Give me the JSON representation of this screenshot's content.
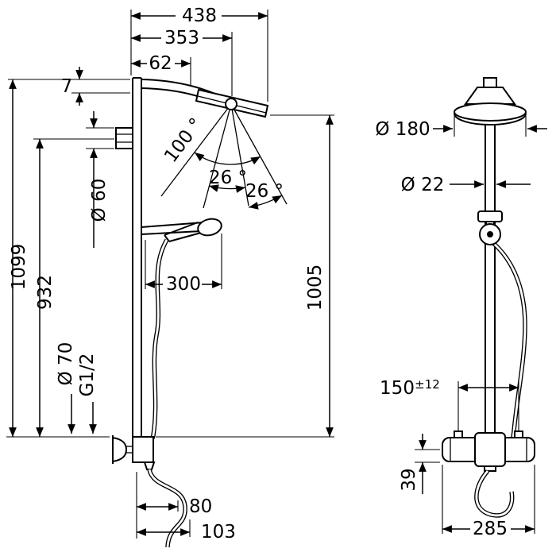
{
  "colors": {
    "line": "#000000",
    "background": "#ffffff"
  },
  "side": {
    "dim_total_reach": "438",
    "dim_arm_reach": "353",
    "dim_62": "62",
    "dim_7": "7",
    "angle_swivel": "100 °",
    "angle_26_left": "26 °",
    "angle_26_right": "26 °",
    "dia_bracket": "Ø 60",
    "dim_height_total": "1099",
    "dim_height_bracket": "932",
    "dim_handshower_reach": "300",
    "dim_height_head": "1005",
    "dia_escutcheon": "Ø 70",
    "thread_connection": "G1/2",
    "dim_hose_offset": "80",
    "dim_hose_offset_outer": "103"
  },
  "front": {
    "dia_head": "Ø 180",
    "dia_pipe": "Ø 22",
    "dim_connection_distance": "150",
    "tol_connection_distance": "±12",
    "dim_valve_center_offset": "39",
    "dim_valve_width": "285"
  }
}
